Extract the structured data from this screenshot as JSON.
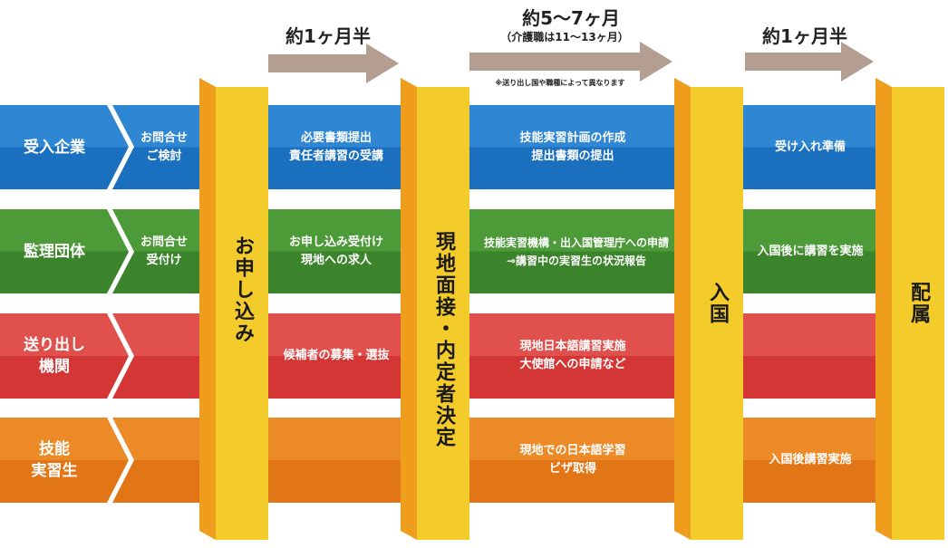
{
  "durations": {
    "d1": "約1ヶ月半",
    "d2": "約5〜7ヶ月",
    "d2_sub": "（介護職は11〜13ヶ月）",
    "d2_note": "※送り出し国や職種によって異なります",
    "d3": "約1ヶ月半"
  },
  "milestones": {
    "m1": "お申し込み",
    "m2": "現地面接・内定者決定",
    "m3": "入国",
    "m4": "配属"
  },
  "rows": [
    {
      "label": "受入企業",
      "color": "#1f76c2",
      "cells": [
        "お問合せ\nご検討",
        "必要書類提出\n責任者講習の受講",
        "技能実習計画の作成\n提出書類の提出",
        "受け入れ準備"
      ]
    },
    {
      "label": "監理団体",
      "color": "#3f8a2e",
      "cells": [
        "お問合せ\n受付け",
        "お申し込み受付け\n現地への求人",
        "技能実習機構・出入国管理庁への申請\n⊸講習中の実習生の状況報告",
        "入国後に講習を実施"
      ]
    },
    {
      "label": "送り出し\n機関",
      "color": "#d93a3a",
      "cells": [
        "",
        "候補者の募集・選抜",
        "現地日本語講習実施\n大使館への申請など",
        ""
      ]
    },
    {
      "label": "技能\n実習生",
      "color": "#e57d1a",
      "cells": [
        "",
        "",
        "現地での日本語学習\nビザ取得",
        "入国後講習実施"
      ]
    }
  ]
}
